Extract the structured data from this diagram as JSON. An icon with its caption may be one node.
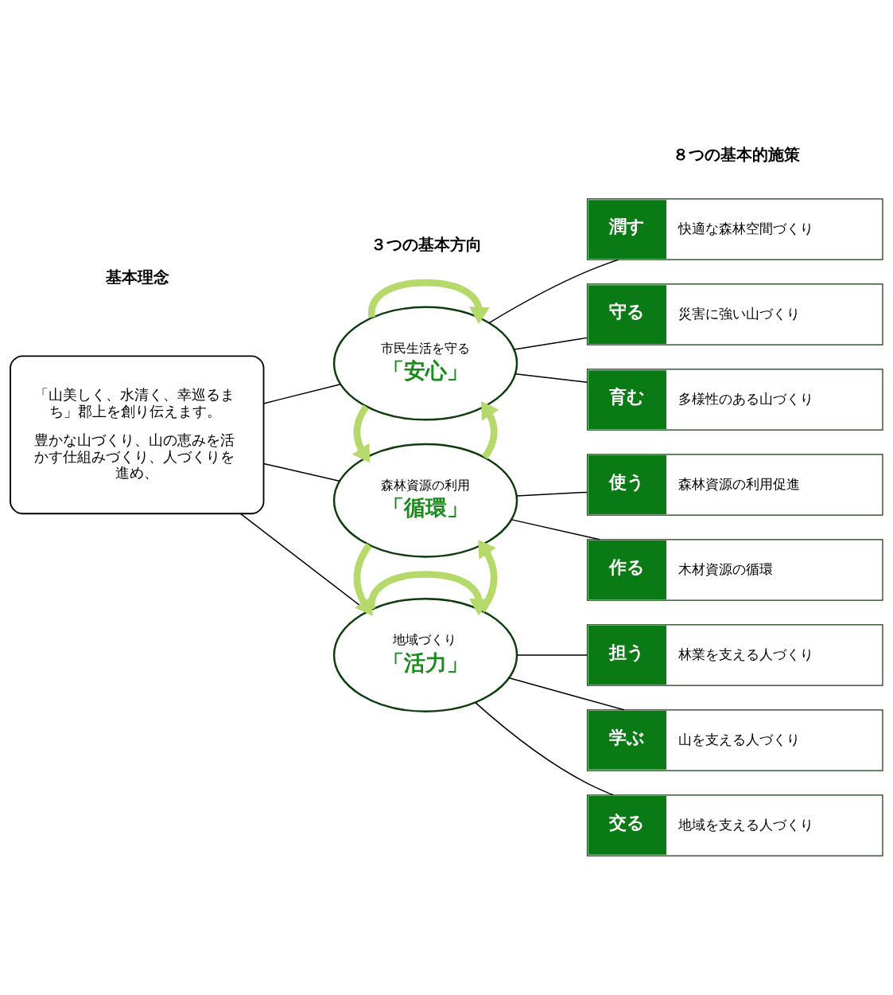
{
  "diagram": {
    "nodes": [
      {
        "text": [
          "「山美しく、水清く、幸巡るまち」郡上を創り伝えます。",
          "豊かな山づくり、山の恵みを活かす仕組みづくり、人づくりを進め、"
        ]
      },
      {
        "text": [
          "市民生活を守る",
          "「安心」"
        ]
      },
      {
        "text": [
          "森林資源の利用",
          "「循環」"
        ]
      },
      {
        "text": [
          "地域づくり",
          "「活力」"
        ]
      },
      {
        "text": [
          "守る",
          "災害に強い山づくり"
        ]
      },
      {
        "text": [
          "育む",
          "多様性のある山づくり"
        ]
      },
      {
        "text": [
          "潤す",
          "快適な森林空間づくり"
        ]
      },
      {
        "text": [
          "作る",
          "木材資源の循環"
        ]
      },
      {
        "text": [
          "使う",
          "森林資源の利用促進"
        ]
      },
      {
        "text": [
          "学ぶ",
          "山を支える人づくり"
        ]
      },
      {
        "text": [
          "交る",
          "地域を支える人づくり"
        ]
      },
      {
        "text": [
          "担う",
          "林業を支える人づくり"
        ]
      }
    ],
    "edges": [
      {
        "from": 0,
        "to": 1,
        "arrow": "none"
      },
      {
        "from": 0,
        "to": 2,
        "arrow": "none"
      },
      {
        "from": 0,
        "to": 3,
        "arrow": "none"
      },
      {
        "from": 1,
        "to": 4,
        "arrow": "none"
      },
      {
        "from": 1,
        "to": 5,
        "arrow": "none"
      },
      {
        "from": 1,
        "to": 6,
        "arrow": "none"
      },
      {
        "from": 2,
        "to": 7,
        "arrow": "none"
      },
      {
        "from": 2,
        "to": 8,
        "arrow": "none"
      },
      {
        "from": 3,
        "to": 9,
        "arrow": "none"
      },
      {
        "from": 3,
        "to": 10,
        "arrow": "none"
      },
      {
        "from": 3,
        "to": 11,
        "arrow": "none"
      },
      {
        "from": 1,
        "to": 1,
        "arrow": "to",
        "style": "thick",
        "color": "#b5d96a"
      },
      {
        "from": 2,
        "to": 1,
        "arrow": "to",
        "style": "thick",
        "color": "#b5d96a"
      },
      {
        "from": 1,
        "to": 2,
        "arrow": "to",
        "style": "thick",
        "color": "#b5d96a"
      },
      {
        "from": 3,
        "to": 2,
        "arrow": "to",
        "style": "thick",
        "color": "#b5d96a"
      },
      {
        "from": 2,
        "to": 3,
        "arrow": "to",
        "style": "thick",
        "color": "#b5d96a"
      },
      {
        "from": 3,
        "to": 3,
        "arrow": "to",
        "style": "thick",
        "color": "#b5d96a"
      }
    ],
    "labels": [
      "基本理念",
      "３つの基本方向",
      "８つの基本的施策"
    ]
  }
}
